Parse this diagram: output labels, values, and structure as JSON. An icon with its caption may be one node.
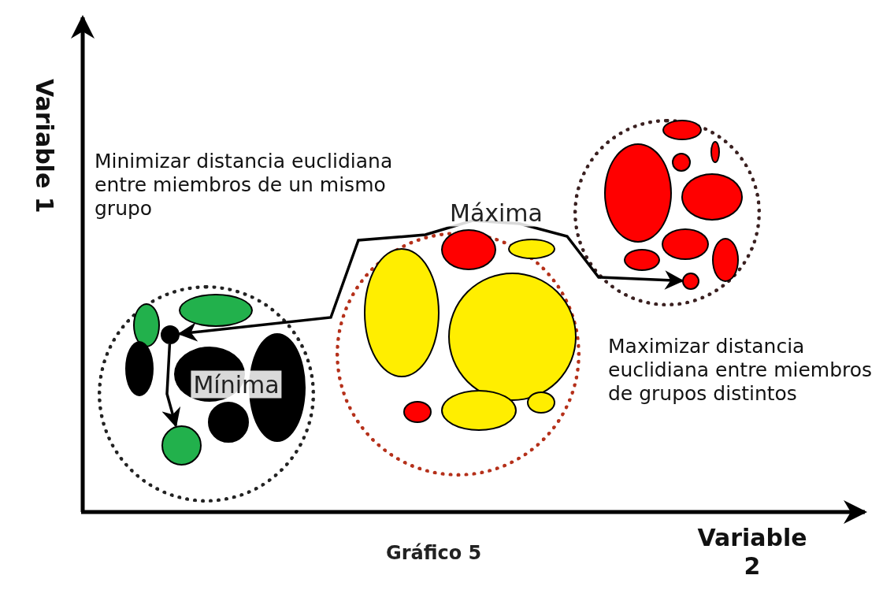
{
  "diagram": {
    "caption": "Gráfico 5",
    "nodes": [
      {
        "text": [],
        "shape": "circle"
      },
      {
        "text": [],
        "shape": "ellipse",
        "in": 0
      },
      {
        "text": [],
        "shape": "ellipse",
        "in": 0
      },
      {
        "text": [],
        "shape": "circle",
        "in": 0
      },
      {
        "text": [],
        "shape": "ellipse",
        "in": 0
      },
      {
        "text": [],
        "shape": "ellipse",
        "in": 0
      },
      {
        "text": [],
        "shape": "ellipse",
        "in": 0
      },
      {
        "text": [],
        "shape": "circle",
        "in": 0
      },
      {
        "text": [],
        "shape": "circle",
        "in": 0
      },
      {
        "text": [],
        "shape": "circle"
      },
      {
        "text": [],
        "shape": "ellipse",
        "in": 9
      },
      {
        "text": [],
        "shape": "ellipse",
        "in": 9
      },
      {
        "text": [],
        "shape": "ellipse",
        "in": 9
      },
      {
        "text": [],
        "shape": "circle",
        "in": 9
      },
      {
        "text": [],
        "shape": "ellipse",
        "in": 9
      },
      {
        "text": [],
        "shape": "ellipse",
        "in": 9
      },
      {
        "text": [],
        "shape": "ellipse",
        "in": 9
      },
      {
        "text": [],
        "shape": "circle"
      },
      {
        "text": [],
        "shape": "ellipse",
        "in": 17
      },
      {
        "text": [],
        "shape": "circle",
        "in": 17
      },
      {
        "text": [],
        "shape": "ellipse",
        "in": 17
      },
      {
        "text": [],
        "shape": "ellipse",
        "in": 17
      },
      {
        "text": [],
        "shape": "ellipse",
        "in": 17
      },
      {
        "text": [],
        "shape": "ellipse",
        "in": 17
      },
      {
        "text": [],
        "shape": "ellipse",
        "in": 17
      },
      {
        "text": [],
        "shape": "ellipse",
        "in": 17
      },
      {
        "text": [],
        "shape": "circle",
        "in": 17
      }
    ],
    "edges": [
      {
        "from": 3,
        "to": 26,
        "arrow": "both",
        "label": "Máxima"
      },
      {
        "from": 3,
        "to": 8,
        "arrow": "to",
        "label": "Mínima"
      }
    ],
    "labels": [
      "Variable 1",
      "Minimizar distancia euclidiana entre miembros de un mismo grupo",
      "Maximizar distancia euclidiana entre miembros de grupos distintos",
      "Variable 2"
    ]
  }
}
